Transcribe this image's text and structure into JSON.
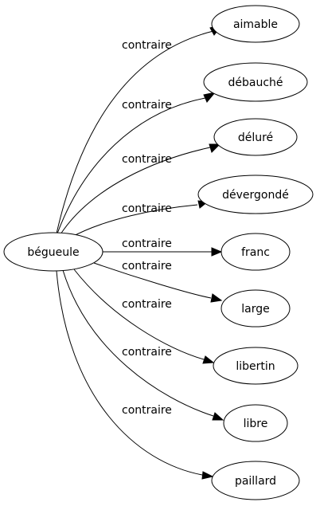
{
  "graph": {
    "source": "bégueule",
    "relation": "contraire",
    "targets": [
      "aimable",
      "débauché",
      "déluré",
      "dévergondé",
      "franc",
      "large",
      "libertin",
      "libre",
      "paillard"
    ]
  }
}
